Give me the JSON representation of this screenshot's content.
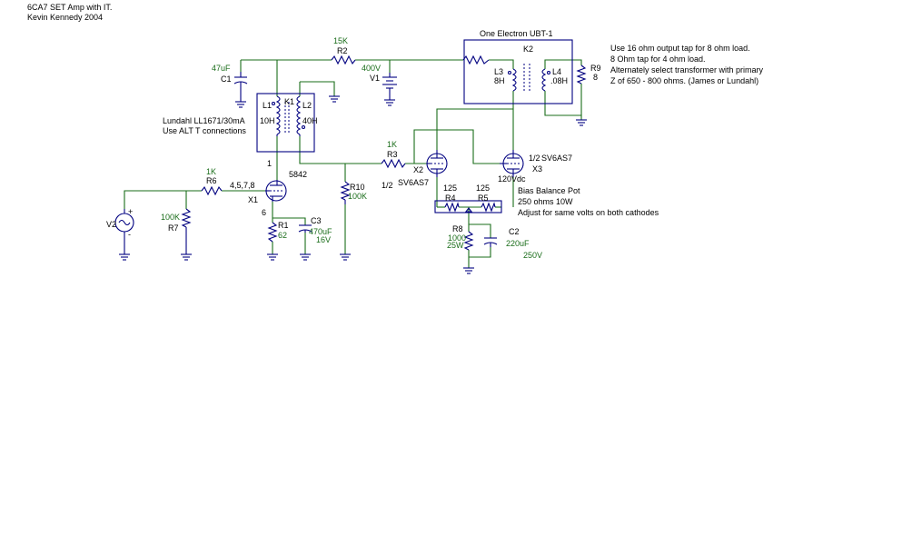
{
  "header": {
    "title": "6CA7 SET Amp with IT.",
    "author": "Kevin Kennedy 2004"
  },
  "notes": {
    "ubt_title": "One Electron UBT-1",
    "output_lines": [
      "Use 16 ohm output tap for 8 ohm load.",
      "8 Ohm tap for 4 ohm load.",
      "Alternately select transformer with primary",
      "Z of 650 - 800 ohms. (James or Lundahl)"
    ],
    "it_lines": [
      "Lundahl LL1671/30mA",
      "Use ALT T connections"
    ],
    "bias_lines": [
      "Bias Balance Pot",
      "250 ohms 10W",
      "Adjust for same volts on both cathodes"
    ]
  },
  "parts": {
    "C1": {
      "ref": "C1",
      "value": "47uF"
    },
    "R2": {
      "ref": "R2",
      "value": "15K"
    },
    "V1": {
      "ref": "V1",
      "value": "400V"
    },
    "K1": {
      "ref": "K1"
    },
    "L1": {
      "ref": "L1",
      "value": "10H"
    },
    "L2": {
      "ref": "L2",
      "value": "40H"
    },
    "K2": {
      "ref": "K2"
    },
    "L3": {
      "ref": "L3",
      "value": "8H"
    },
    "L4": {
      "ref": "L4",
      "value": ".08H"
    },
    "R9": {
      "ref": "R9",
      "value": "8"
    },
    "R3": {
      "ref": "R3",
      "value": "1K"
    },
    "X2": {
      "ref": "X2",
      "value": "SV6AS7",
      "prefix": "1/2"
    },
    "X3": {
      "ref": "X3",
      "value": "SV6AS7",
      "prefix": "1/2",
      "voltage": "120Vdc"
    },
    "R4": {
      "ref": "R4",
      "value": "125"
    },
    "R5": {
      "ref": "R5",
      "value": "125"
    },
    "R8": {
      "ref": "R8",
      "value": "1000",
      "rating": "25W"
    },
    "C2": {
      "ref": "C2",
      "value": "220uF",
      "rating": "250V"
    },
    "R6": {
      "ref": "R6",
      "value": "1K"
    },
    "X1": {
      "ref": "X1",
      "value": "5842",
      "pin_plate": "1",
      "pin_grid": "4,5,7,8",
      "pin_cathode": "6"
    },
    "R1": {
      "ref": "R1",
      "value": "62"
    },
    "C3": {
      "ref": "C3",
      "value": "470uF",
      "rating": "16V"
    },
    "R10": {
      "ref": "R10",
      "value": "100K"
    },
    "R7": {
      "ref": "R7",
      "value": "100K"
    },
    "V2": {
      "ref": "V2",
      "plus": "+",
      "minus": "-"
    }
  },
  "colors": {
    "wire": "#1a6d1a",
    "component": "#000080",
    "label": "#000000",
    "value": "#1a6d1a"
  }
}
